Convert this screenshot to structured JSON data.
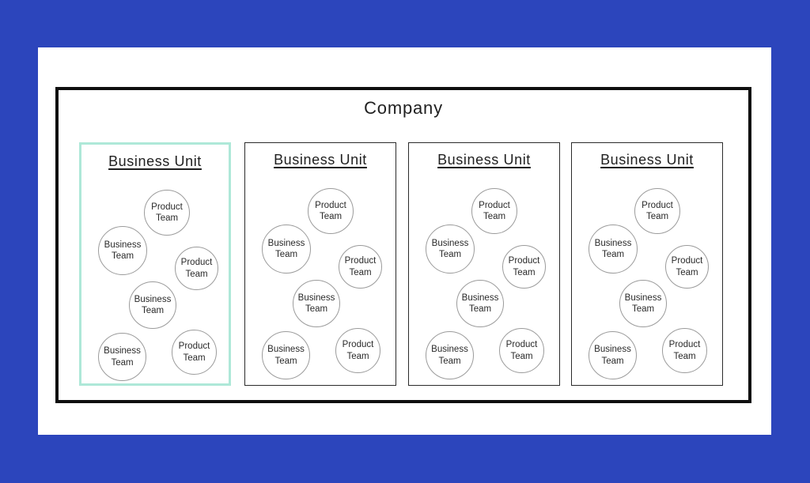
{
  "colors": {
    "background": "#2c45bc",
    "sheet": "#ffffff",
    "company_border": "#0f0f0f",
    "unit_border": "#2b2b2b",
    "highlight_border": "#aee8d8",
    "circle_border": "#9b9b9b",
    "text": "#1f1f1f"
  },
  "diagram": {
    "title": "Company",
    "units": [
      {
        "title": "Business Unit",
        "highlighted": true,
        "teams": [
          "Product Team",
          "Business Team",
          "Product Team",
          "Business Team",
          "Business Team",
          "Product Team"
        ]
      },
      {
        "title": "Business Unit",
        "highlighted": false,
        "teams": [
          "Product Team",
          "Business Team",
          "Product Team",
          "Business Team",
          "Business Team",
          "Product Team"
        ]
      },
      {
        "title": "Business Unit",
        "highlighted": false,
        "teams": [
          "Product Team",
          "Business Team",
          "Product Team",
          "Business Team",
          "Business Team",
          "Product Team"
        ]
      },
      {
        "title": "Business Unit",
        "highlighted": false,
        "teams": [
          "Product Team",
          "Business Team",
          "Product Team",
          "Business Team",
          "Business Team",
          "Product Team"
        ]
      }
    ]
  }
}
